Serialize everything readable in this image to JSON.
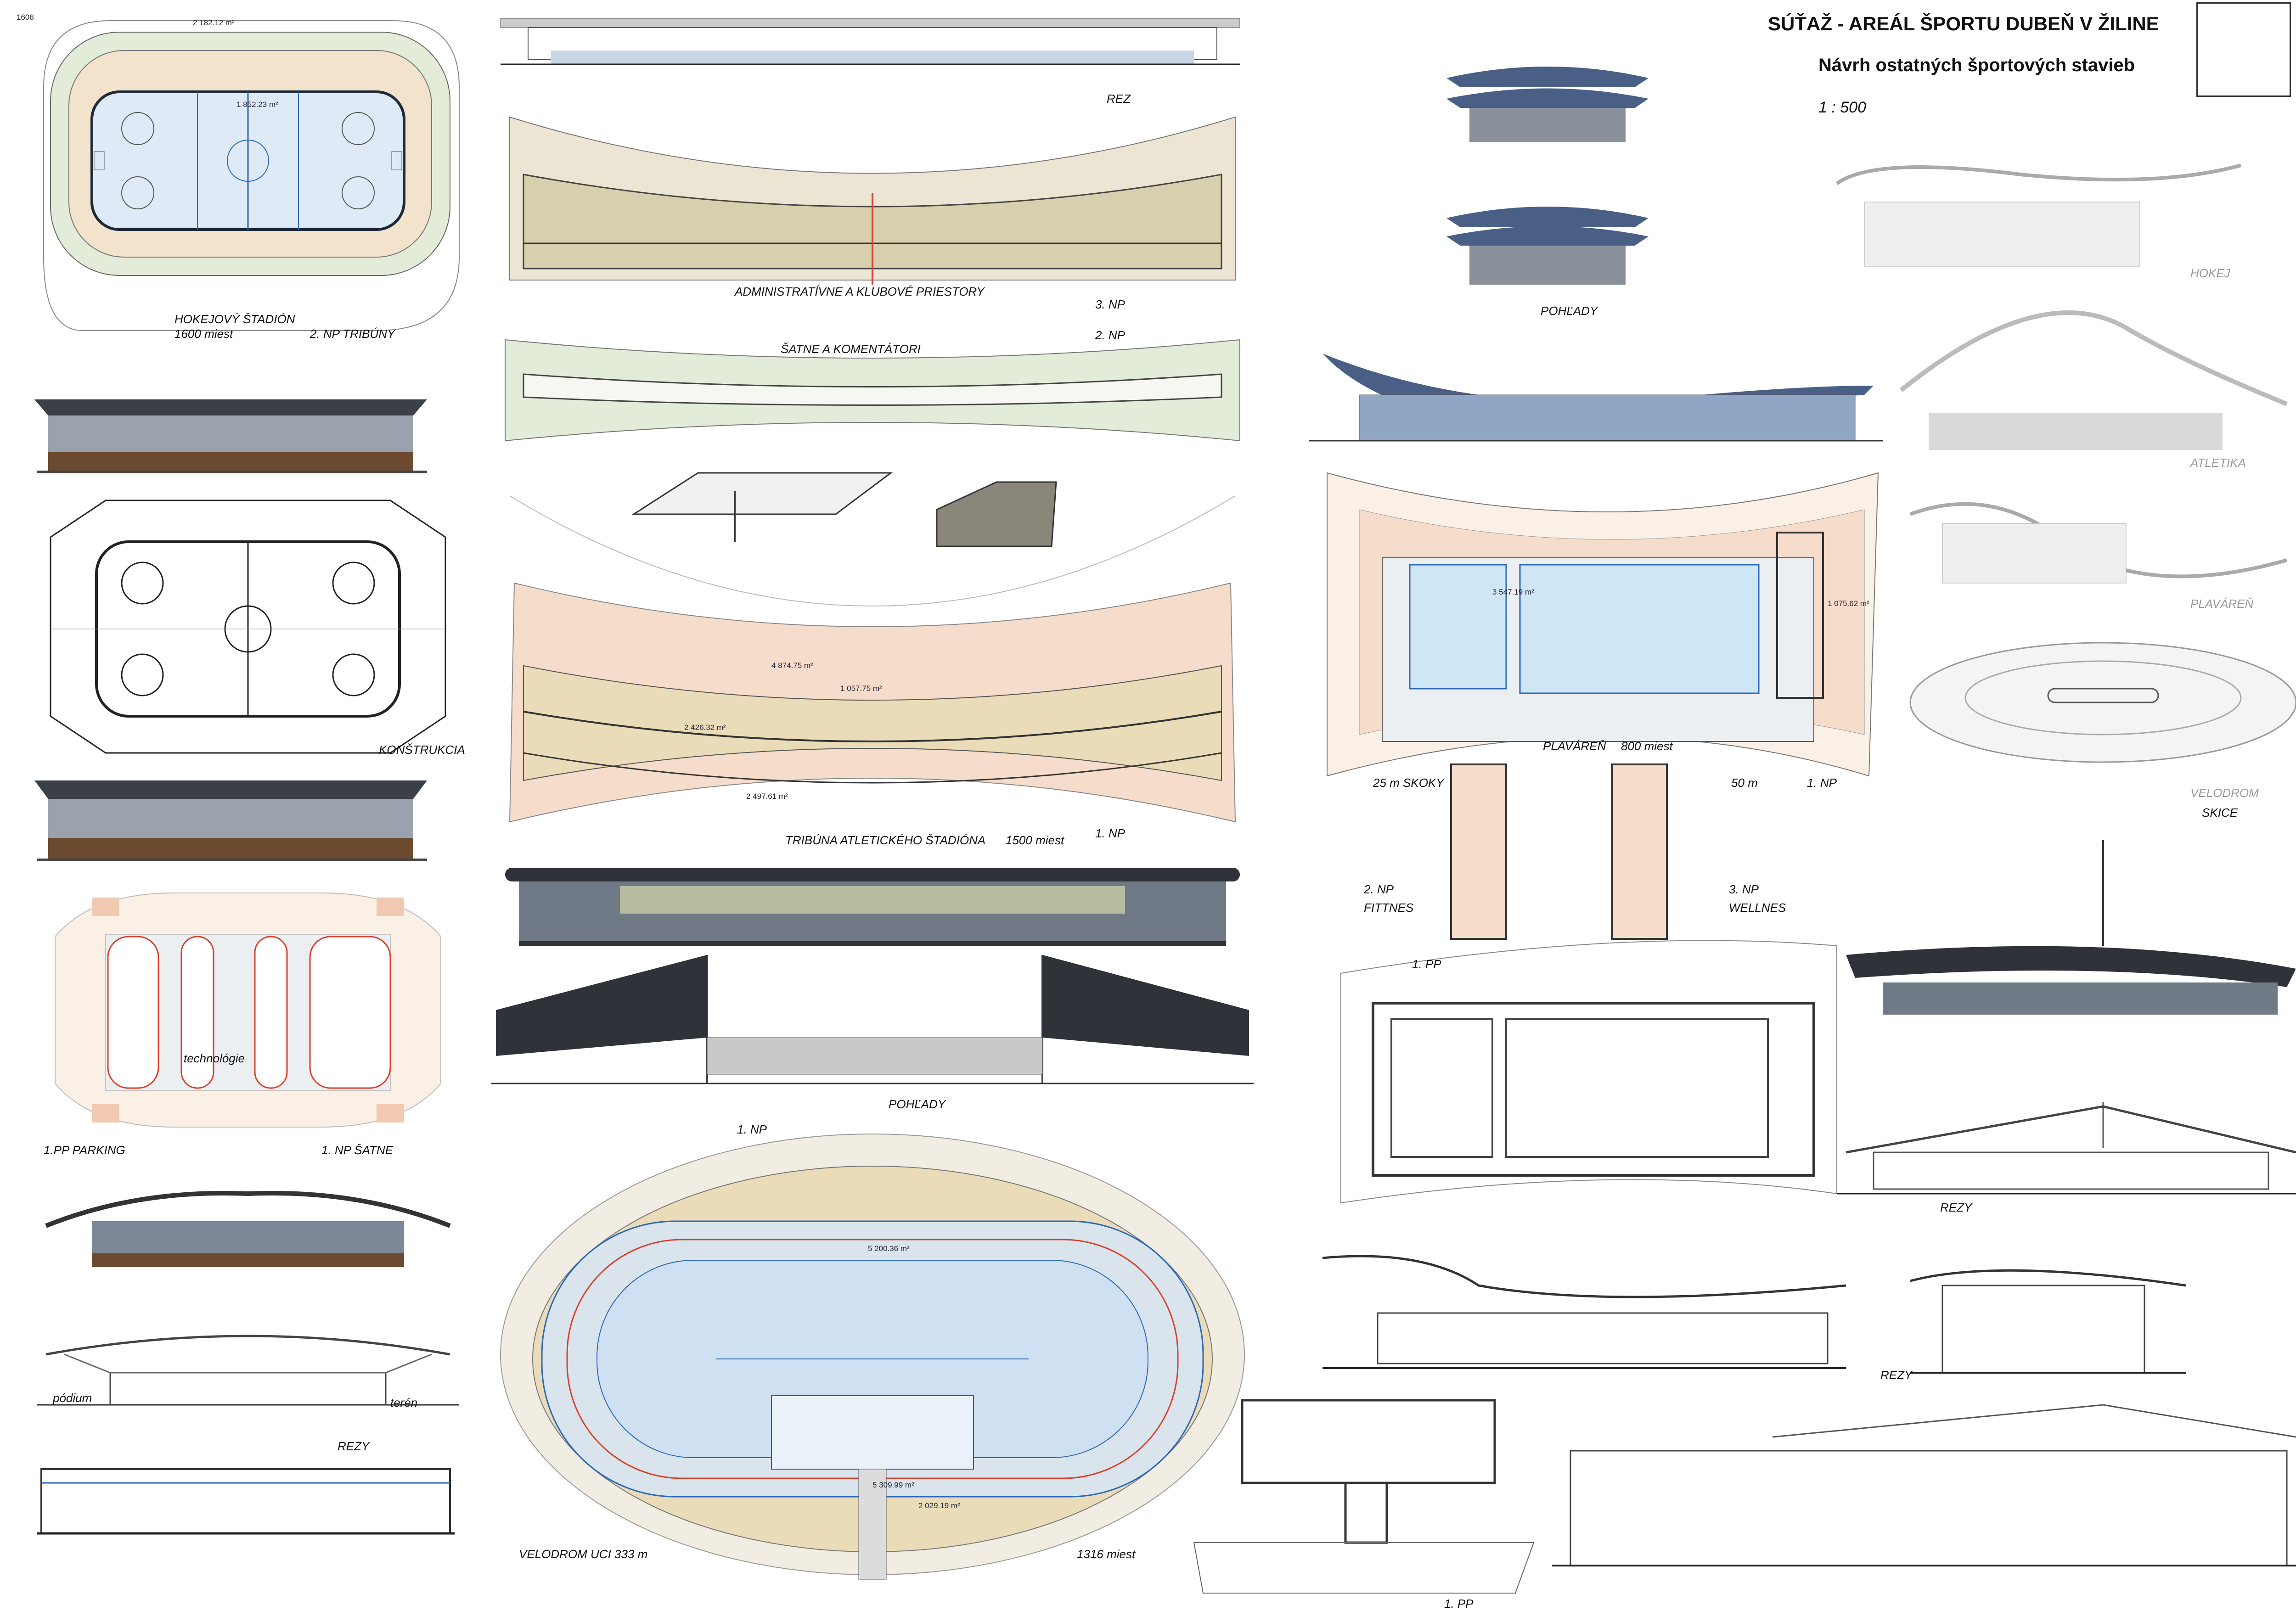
{
  "header": {
    "title": "SÚŤAŽ -   AREÁL ŠPORTU DUBEŇ V ŽILINE",
    "subtitle": "Návrh ostatných športových stavieb",
    "scale": "1 : 500"
  },
  "hockey": {
    "title": "HOKEJOVÝ ŠTADIÓN",
    "capacity": "1600 miest",
    "floor": "2. NP TRIBÚNY",
    "dim_top": "1608",
    "area_outer": "2 182.12 m²",
    "area_ice": "1 852.23 m²",
    "structure": "KONŠTRUKCIA",
    "technology": "technológie",
    "parking": "1.PP PARKING",
    "locker": "1. NP ŠATNE",
    "podium": "pódium",
    "terrain": "terén",
    "sections": "REZY"
  },
  "athletics": {
    "section": "REZ",
    "admin": "ADMINISTRATÍVNE A KLUBOVÉ PRIESTORY",
    "np3": "3. NP",
    "locker": "ŠATNE A KOMENTÁTORI",
    "np2": "2. NP",
    "area1": "4 874.75 m²",
    "area2": "1 057.75 m²",
    "area3": "2 426.32 m²",
    "area4": "2 497.61 m²",
    "tribune": "TRIBÚNA ATLETICKÉHO ŠTADIÓNA",
    "capacity": "1500 miest",
    "np1": "1. NP",
    "views": "POHĽADY"
  },
  "velodrome": {
    "np1": "1. NP",
    "area_top": "5 200.36 m²",
    "area_mid": "5 309.99 m²",
    "area_low": "2 029.19 m²",
    "title": "VELODROM UCI 333 m",
    "capacity": "1316 miest",
    "pp1": "1. PP"
  },
  "pool": {
    "views": "POHĽADY",
    "area_pool": "3 547.19 m²",
    "area_right": "1 075.62 m²",
    "jumps": "25 m SKOKY",
    "title": "PLAVÁREŇ",
    "capacity": "800 miest",
    "m50": "50 m",
    "np1": "1. NP",
    "np2": "2. NP",
    "fitness": "FITTNES",
    "np3": "3. NP",
    "wellness": "WELLNES",
    "pp1": "1. PP",
    "sections": "REZY"
  },
  "sketches": {
    "hockey": "HOKEJ",
    "athletics": "ATLETIKA",
    "pool": "PLAVÁREŇ",
    "velodrome": "VELODROM",
    "label": "SKICE"
  },
  "right_sections": "REZY",
  "colors": {
    "ice": "#dfeaf7",
    "stands_green": "#dfe9d4",
    "tribune_peach": "#f6dccb",
    "tribune_tan": "#eadcb9",
    "roof_blue": "#4a5f86",
    "glass": "#8fa6c4",
    "track_red": "#d9402b",
    "track_blue": "#2a67b8",
    "pool_blue": "#cfe6f4"
  }
}
